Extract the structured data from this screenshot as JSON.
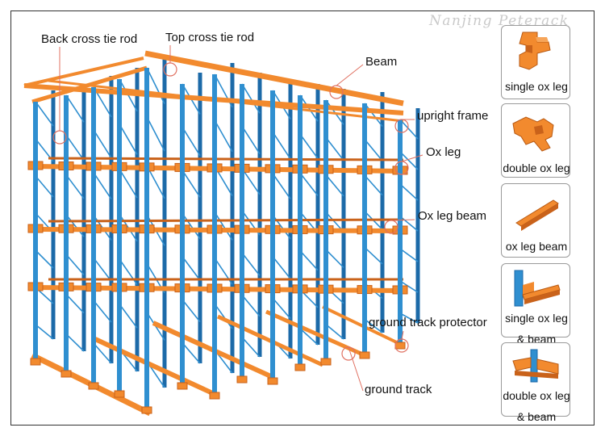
{
  "watermark": "Nanjing Peterack",
  "callouts": {
    "back_cross_tie_rod": "Back cross tie rod",
    "top_cross_tie_rod": "Top cross tie rod",
    "beam": "Beam",
    "upright_frame": "upright frame",
    "ox_leg": "Ox leg",
    "ox_leg_beam": "Ox leg beam",
    "ground_track_protector": "ground track protector",
    "ground_track": "ground track"
  },
  "parts": [
    {
      "icon": "single-ox-leg-icon",
      "label_lines": [
        "single ox leg"
      ]
    },
    {
      "icon": "double-ox-leg-icon",
      "label_lines": [
        "double ox leg"
      ]
    },
    {
      "icon": "ox-leg-beam-icon",
      "label_lines": [
        "ox leg beam"
      ]
    },
    {
      "icon": "single-ox-leg-and-beam-icon",
      "label_lines": [
        "single ox leg",
        "& beam"
      ]
    },
    {
      "icon": "double-ox-leg-and-beam-icon",
      "label_lines": [
        "double ox leg",
        "& beam"
      ]
    }
  ],
  "colors": {
    "upright_blue": "#2f8fd0",
    "upright_dark": "#1c6aa8",
    "steel_orange": "#f28a2e",
    "steel_orange_dark": "#c9621a",
    "callout_marker": "#e07060"
  }
}
